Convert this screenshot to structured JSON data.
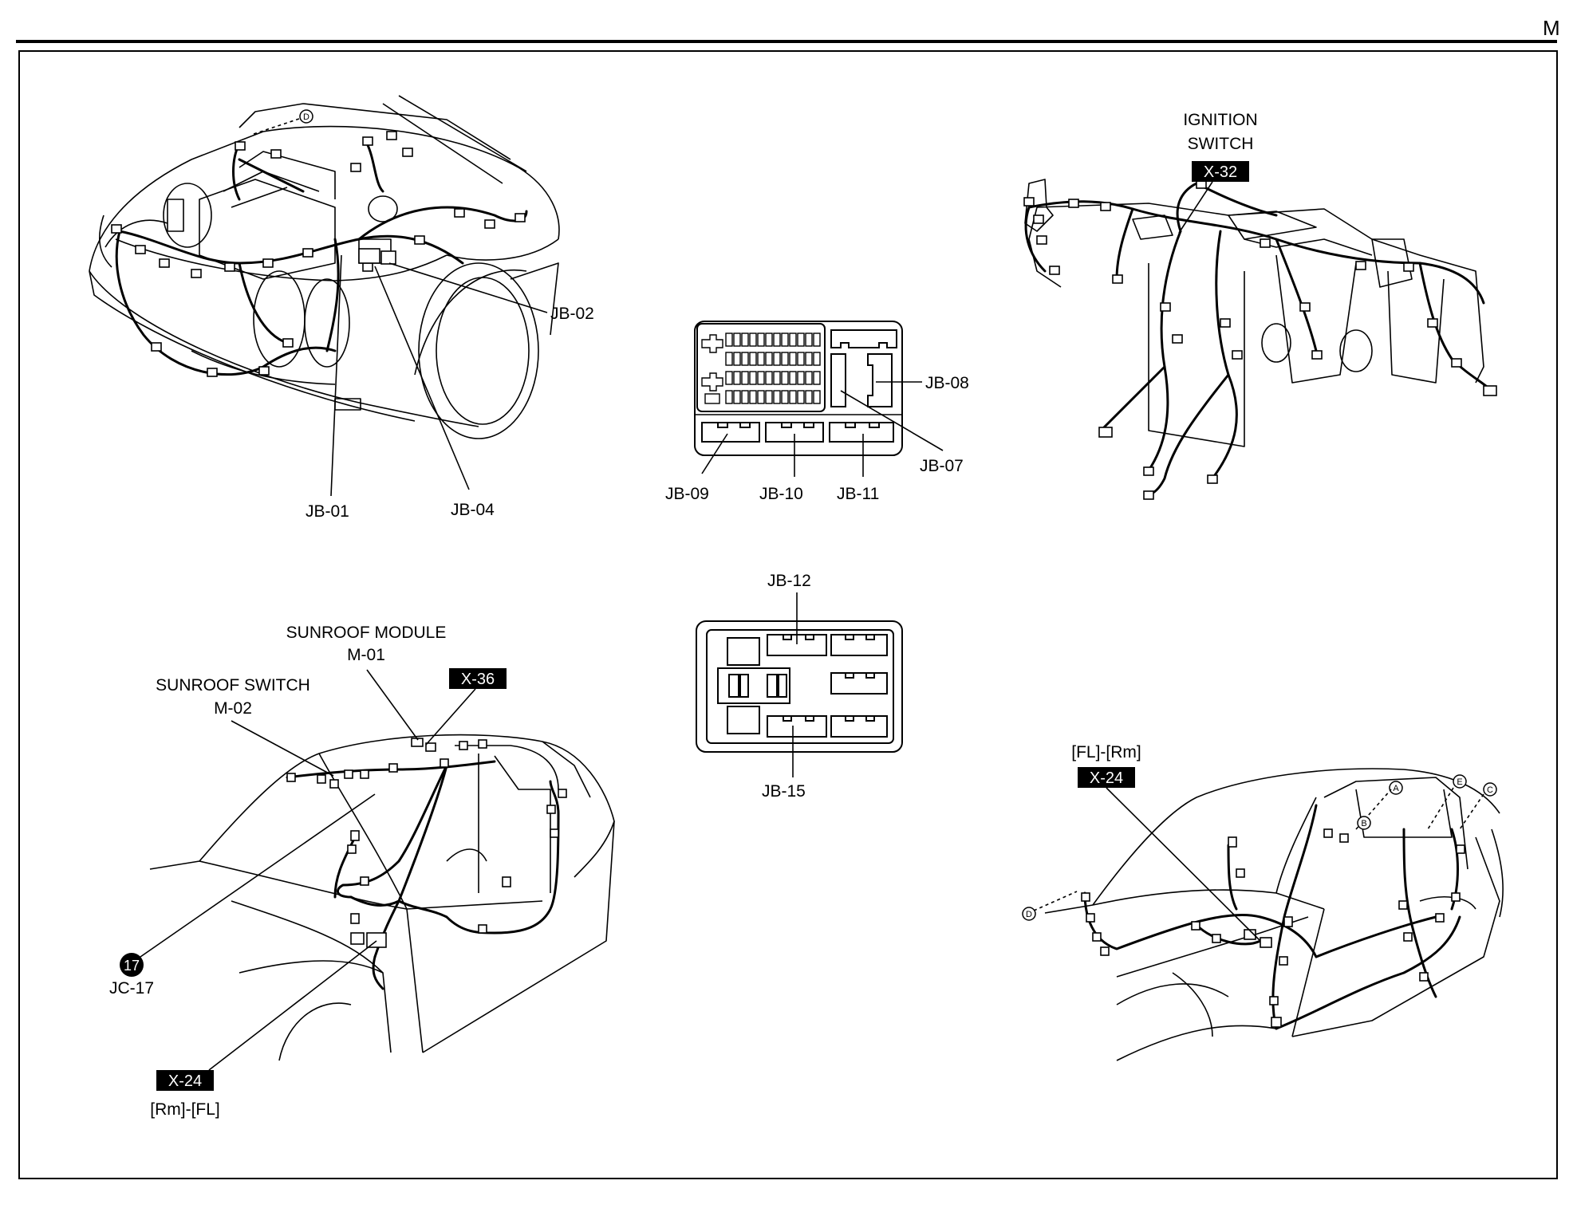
{
  "page_marker": "M",
  "engine_bay": {
    "labels": {
      "jb02": "JB-02",
      "jb01": "JB-01",
      "jb04": "JB-04"
    },
    "marker_d": "D"
  },
  "junction_block": {
    "labels": {
      "jb08": "JB-08",
      "jb07": "JB-07",
      "jb09": "JB-09",
      "jb10": "JB-10",
      "jb11": "JB-11"
    }
  },
  "instrument_panel": {
    "title_line1": "IGNITION",
    "title_line2": "SWITCH",
    "tag": "X-32"
  },
  "relay_block": {
    "labels": {
      "jb12": "JB-12",
      "jb15": "JB-15"
    }
  },
  "roof_harness": {
    "sunroof_module": "SUNROOF MODULE",
    "sunroof_module_code": "M-01",
    "sunroof_switch": "SUNROOF SWITCH",
    "sunroof_switch_code": "M-02",
    "tag_x36": "X-36",
    "joint_number": "17",
    "joint_label": "JC-17",
    "tag_x24": "X-24",
    "x24_caption": "[Rm]-[FL]"
  },
  "floor_harness": {
    "caption": "[FL]-[Rm]",
    "tag_x24": "X-24",
    "markers": [
      "A",
      "B",
      "C",
      "D",
      "E"
    ]
  }
}
